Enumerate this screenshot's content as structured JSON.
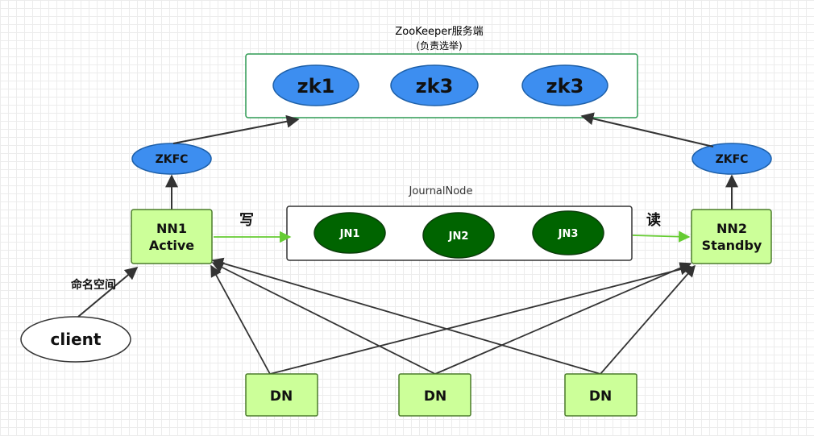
{
  "zookeeper": {
    "title": "ZooKeeper服务端",
    "subtitle": "(负责选举)",
    "nodes": [
      "zk1",
      "zk3",
      "zk3"
    ]
  },
  "zkfc": {
    "left": "ZKFC",
    "right": "ZKFC"
  },
  "journal": {
    "title": "JournalNode",
    "nodes": [
      "JN1",
      "JN2",
      "JN3"
    ]
  },
  "namenodes": {
    "nn1": {
      "name": "NN1",
      "state": "Active"
    },
    "nn2": {
      "name": "NN2",
      "state": "Standby"
    }
  },
  "edges": {
    "write": "写",
    "read": "读",
    "namespace": "命名空间"
  },
  "client": {
    "label": "client"
  },
  "datanodes": [
    "DN",
    "DN",
    "DN"
  ],
  "colors": {
    "zk_fill": "#3d8ef0",
    "zk_stroke": "#1d5fa8",
    "zk_border": "#2e9a53",
    "jn_fill": "#006400",
    "nn_fill": "#ccff99",
    "nn_stroke": "#4b7b2b",
    "line": "#333333",
    "arrow_green": "#66cc33"
  }
}
